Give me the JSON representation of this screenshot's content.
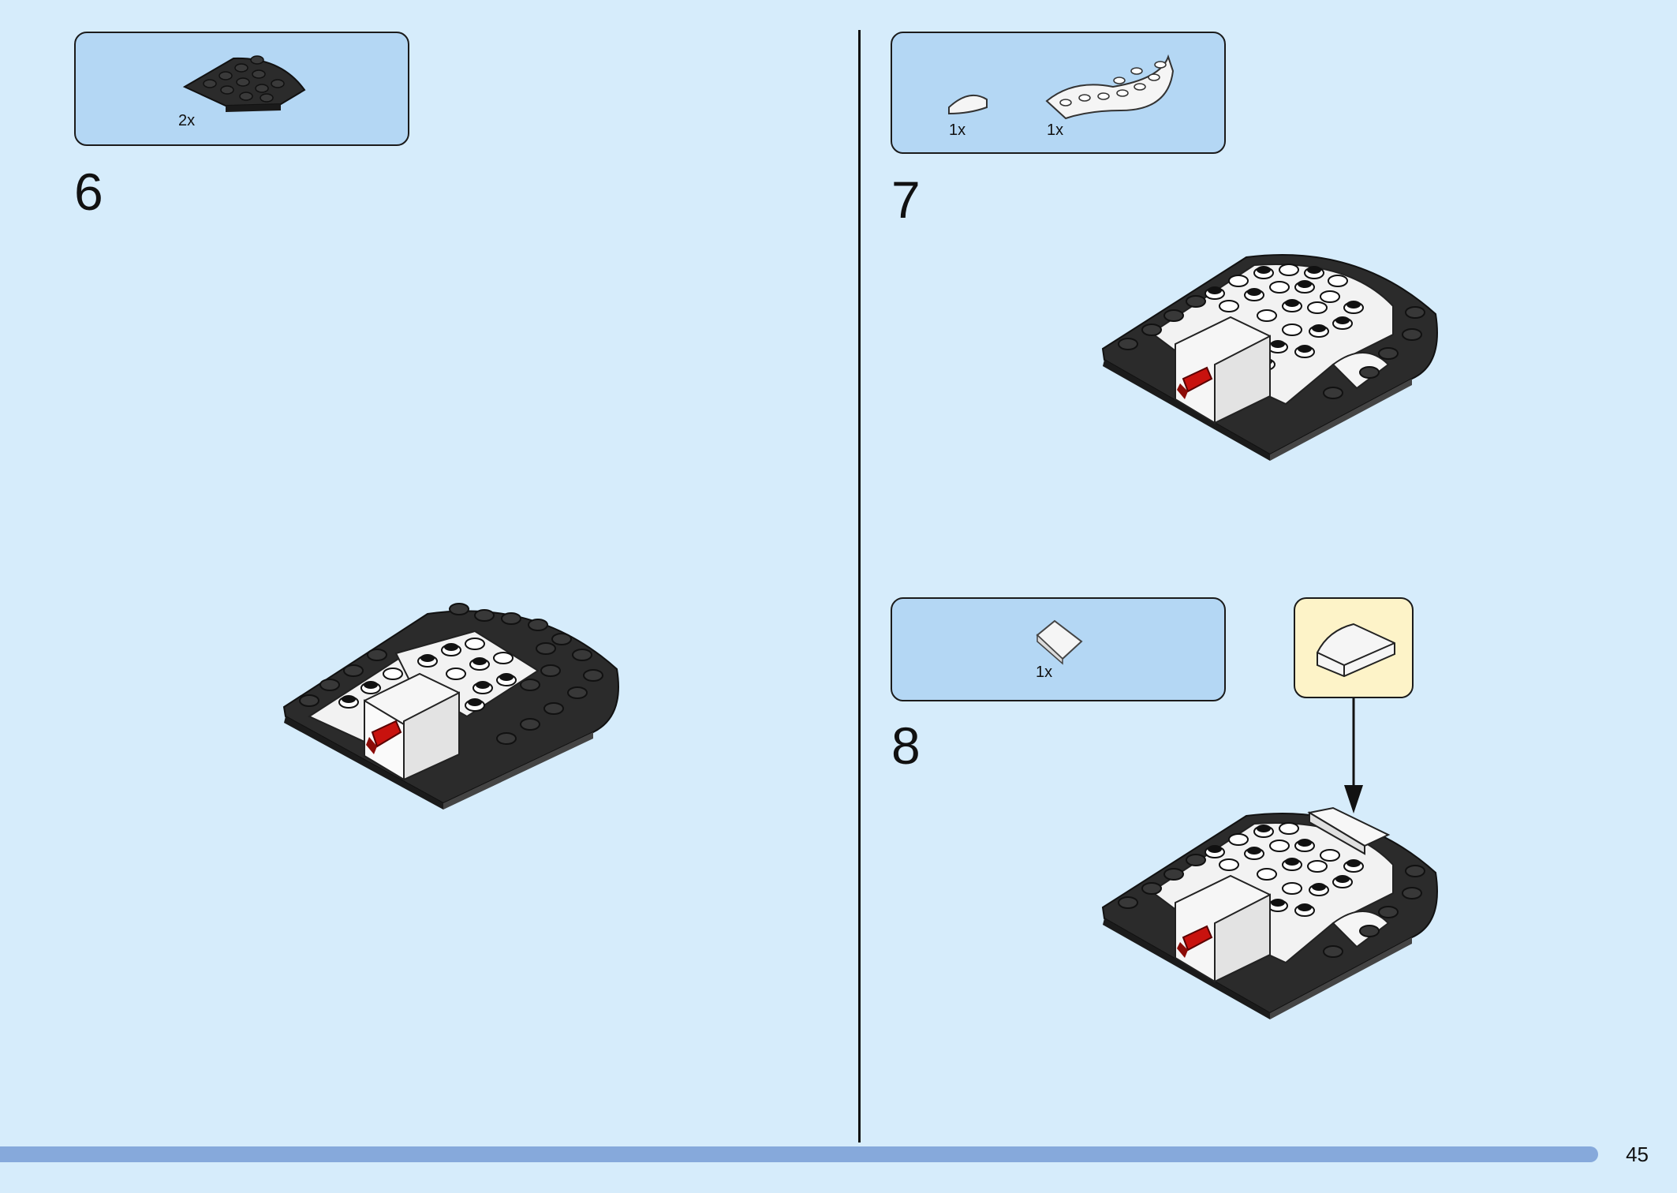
{
  "page": {
    "number": "45"
  },
  "steps": [
    {
      "number": "6",
      "parts": [
        {
          "qty": "2x",
          "icon": "black-quarter-round-plate"
        }
      ]
    },
    {
      "number": "7",
      "parts": [
        {
          "qty": "1x",
          "icon": "white-small-round-tile"
        },
        {
          "qty": "1x",
          "icon": "white-curved-plate"
        }
      ]
    },
    {
      "number": "8",
      "parts": [
        {
          "qty": "1x",
          "icon": "white-slope-brick"
        }
      ],
      "callout": {
        "icon": "white-slope-brick-detail"
      }
    }
  ],
  "colors": {
    "page_background": "#d6ecfb",
    "parts_box": "#b4d7f4",
    "callout_box": "#fdf3c8",
    "progress_bar": "#86a9db",
    "brick_black": "#2b2b2b",
    "brick_white": "#f2f2f2",
    "brick_red": "#c8120e"
  }
}
